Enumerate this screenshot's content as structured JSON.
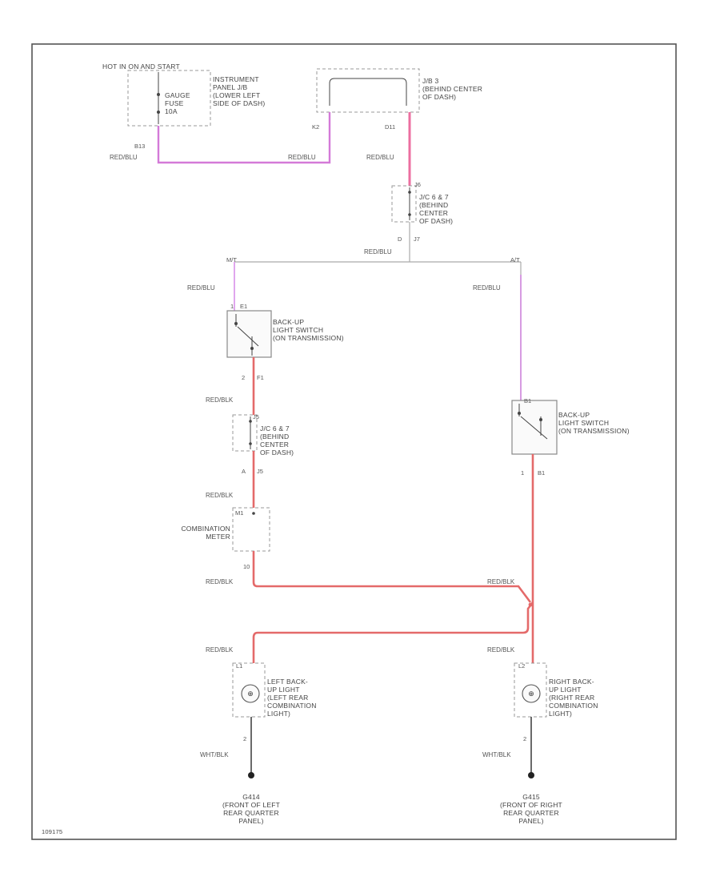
{
  "diagram": {
    "code": "109175",
    "fuse_header": "HOT IN ON AND START",
    "fuse_box": "GAUGE\nFUSE\n10A",
    "panel_jb": "INSTRUMENT\nPANEL J/B\n(LOWER LEFT\nSIDE OF DASH)",
    "jb3": "J/B 3\n(BEHIND CENTER\nOF DASH)",
    "jc_upper": "J/C 6 & 7\n(BEHIND\nCENTER\nOF DASH)",
    "jc_lower": "J/C 6 & 7\n(BEHIND\nCENTER\nOF DASH)",
    "backup_switch_left": "BACK-UP\nLIGHT SWITCH\n(ON TRANSMISSION)",
    "backup_switch_right": "BACK-UP\nLIGHT SWITCH\n(ON TRANSMISSION)",
    "combination_meter": "COMBINATION\nMETER",
    "left_lamp": "LEFT BACK-\nUP LIGHT\n(LEFT REAR\nCOMBINATION\nLIGHT)",
    "right_lamp": "RIGHT BACK-\nUP LIGHT\n(RIGHT REAR\nCOMBINATION\nLIGHT)",
    "ground_left": "G414\n(FRONT OF LEFT\nREAR QUARTER\nPANEL)",
    "ground_right": "G415\n(FRONT OF RIGHT\nREAR QUARTER\nPANEL)",
    "pins": {
      "fuse_out": "B13",
      "jb3_in": "K2",
      "jb3_out": "D11",
      "jc_up_in": "J6",
      "jc_up_out_pin": "D",
      "jc_up_out": "J7",
      "m_t": "M/T",
      "a_t": "A/T",
      "sw_left_in_pin": "1",
      "sw_left_in": "E1",
      "sw_left_out_pin": "2",
      "sw_left_out": "F1",
      "jc_lo_in": "J5",
      "jc_lo_out_pin": "A",
      "jc_lo_out": "J5",
      "meter_in": "M1",
      "meter_out": "10",
      "sw_right_in": "B1",
      "sw_right_out_pin": "1",
      "sw_right_out": "B1",
      "lamp_left_in": "L1",
      "lamp_left_out": "2",
      "lamp_right_in": "L2",
      "lamp_right_out": "2"
    },
    "wires": {
      "red_blu_fuse": "RED/BLU",
      "red_blu_jb": "RED/BLU",
      "red_blu_jb3": "RED/BLU",
      "red_blu_split": "RED/BLU",
      "red_blu_mt": "RED/BLU",
      "red_blu_at": "RED/BLU",
      "red_blk_sw_l": "RED/BLK",
      "red_blk_jc_l": "RED/BLK",
      "red_blk_meter": "RED/BLK",
      "red_blk_cross": "RED/BLK",
      "red_blk_lamp_l": "RED/BLK",
      "red_blk_lamp_r": "RED/BLK",
      "wht_blk_l": "WHT/BLK",
      "wht_blk_r": "WHT/BLK"
    },
    "colors": {
      "frame": "#555555",
      "component": "#8a8a8a",
      "wire_red_blu": "#d47ad8",
      "wire_red_blk": "#e46a6a",
      "wire_gray": "#aaaaaa",
      "text": "#444444"
    }
  }
}
